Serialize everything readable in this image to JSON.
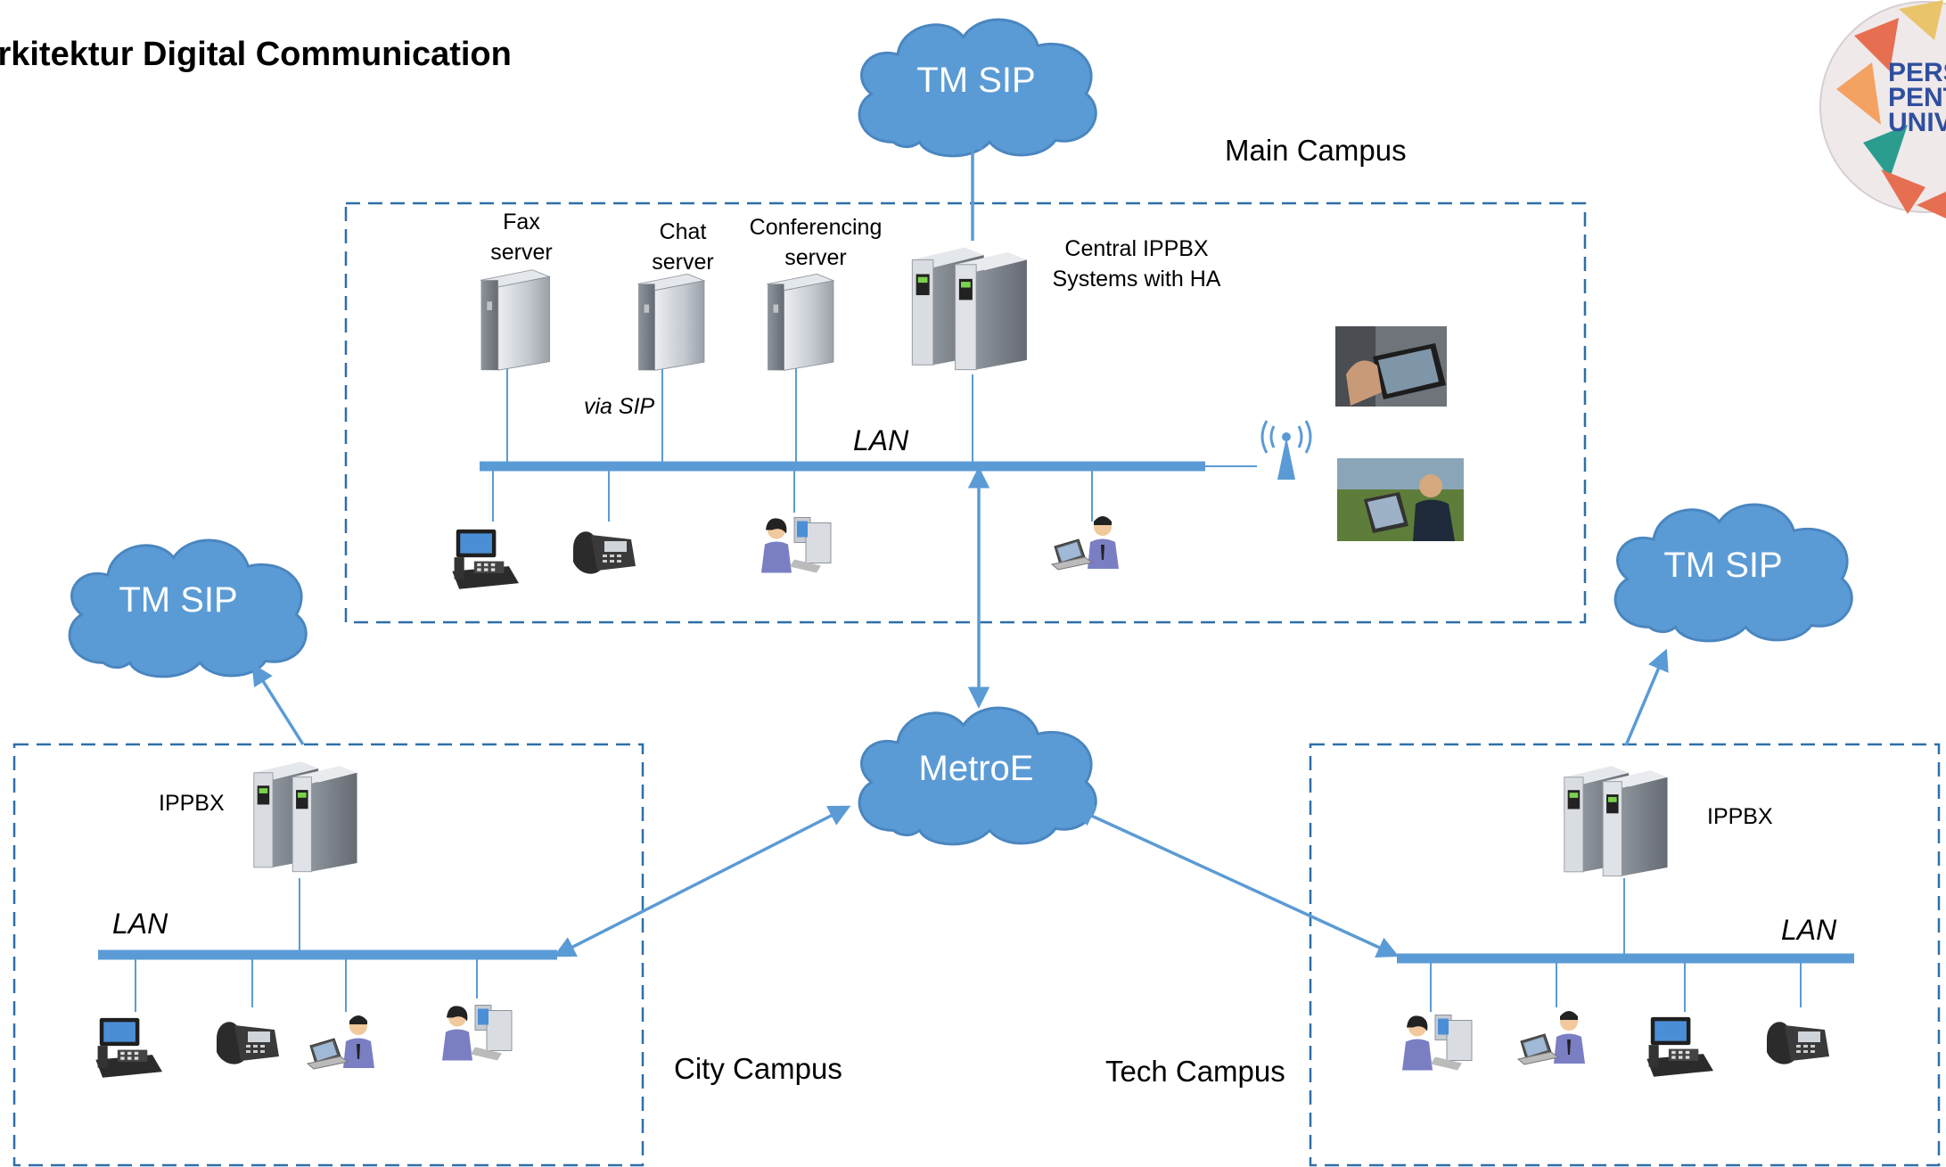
{
  "title": "Arkitektur Digital Communication",
  "campuses": {
    "main": "Main Campus",
    "city": "City Campus",
    "tech": "Tech Campus"
  },
  "clouds": {
    "top": "TM SIP",
    "left": "TM SIP",
    "right": "TM SIP",
    "center": "MetroE"
  },
  "servers": {
    "fax": "Fax server",
    "chat": "Chat server",
    "conferencing": "Conferencing server",
    "central": "Central IPPBX Systems with HA",
    "city_ippbx": "IPPBX",
    "tech_ippbx": "IPPBX"
  },
  "lan": {
    "main": "LAN",
    "city": "LAN",
    "tech": "LAN"
  },
  "via_sip": "via SIP",
  "logo_text": [
    "PERS",
    "PENTA",
    "UNIVE"
  ],
  "colors": {
    "accent": "#5b9bd5",
    "dashed_border": "#2e6fa8",
    "server_body": "#c8ccd2",
    "device": "#2b2b2b",
    "user_shirt": "#7a7fc4",
    "skin": "#f1c99c"
  },
  "icons": [
    "server-icon",
    "ippbx-server-icon",
    "desk-phone-icon",
    "video-phone-icon",
    "laptop-user-icon",
    "desktop-user-icon",
    "wireless-antenna-icon",
    "tablet-photo",
    "laptop-photo",
    "cloud-icon",
    "logo-icon"
  ]
}
